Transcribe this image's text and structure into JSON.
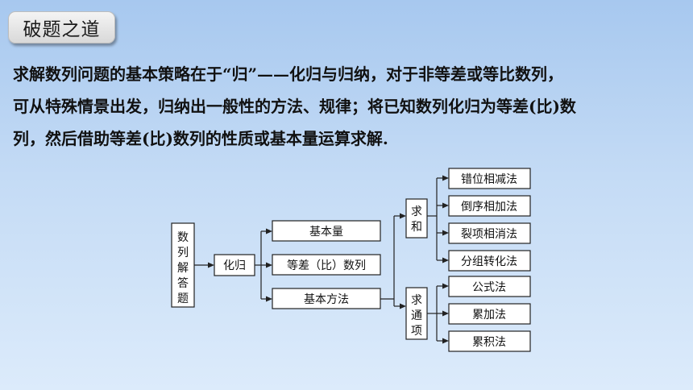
{
  "badge": "破题之道",
  "paragraph": {
    "line1": "求解数列问题的基本策略在于“归”——化归与归纳，对于非等差或等比数列，",
    "line2": "可从特殊情景出发，归纳出一般性的方法、规律；将已知数列化归为等差(比)数",
    "line3": "列，然后借助等差(比)数列的性质或基本量运算求解."
  },
  "diagram": {
    "root": [
      "数",
      "列",
      "解",
      "答",
      "题"
    ],
    "hua_gui": "化归",
    "ji_ben_liang": "基本量",
    "deng_cha_bi": "等差（比）数列",
    "ji_ben_fang_fa": "基本方法",
    "qiu_he": [
      "求",
      "和"
    ],
    "qiu_tong_xiang": [
      "求",
      "通",
      "项"
    ],
    "sum_methods": [
      "错位相减法",
      "倒序相加法",
      "裂项相消法",
      "分组转化法"
    ],
    "term_methods": [
      "公式法",
      "累加法",
      "累积法"
    ]
  }
}
